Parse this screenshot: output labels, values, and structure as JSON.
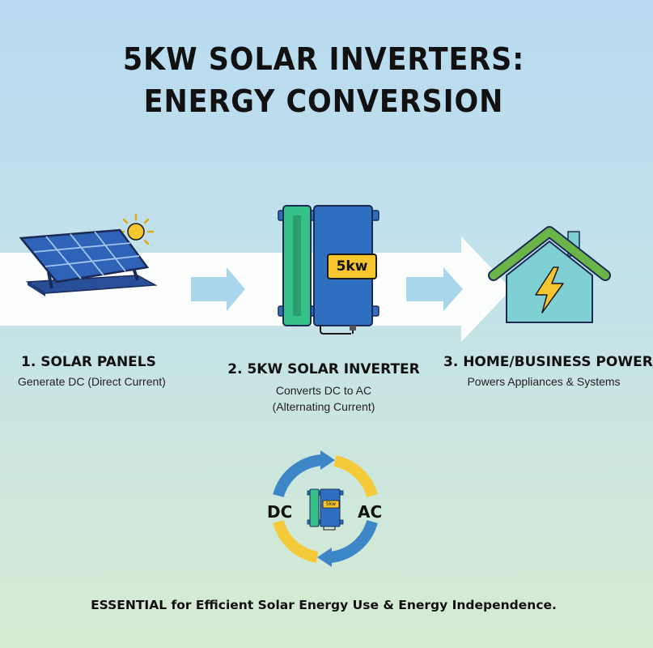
{
  "title": {
    "line1": "5KW SOLAR INVERTERS:",
    "line2": "ENERGY CONVERSION"
  },
  "steps": [
    {
      "label": "1. SOLAR PANELS",
      "description": [
        "Generate DC (Direct Current)"
      ],
      "icon": "solar-panel-icon"
    },
    {
      "label": "2. 5KW SOLAR INVERTER",
      "description": [
        "Converts DC to AC",
        "(Alternating Current)"
      ],
      "icon": "inverter-icon",
      "badge": "5kw"
    },
    {
      "label": "3. HOME/BUSINESS POWER",
      "description": [
        "Powers Appliances & Systems"
      ],
      "icon": "house-lightning-icon"
    }
  ],
  "cycle": {
    "left": "DC",
    "right": "AC",
    "mini_badge": "5kw",
    "icon": "dc-ac-cycle-icon"
  },
  "footer": "ESSENTIAL for Efficient Solar Energy Use & Energy Independence.",
  "colors": {
    "panel_blue": "#2f63b8",
    "inverter_blue": "#2f6fc0",
    "inverter_green": "#35c18a",
    "badge_yellow": "#f7c62f",
    "house_green": "#6bb548",
    "house_teal": "#7fd0d3",
    "cycle_blue": "#3d86c8",
    "cycle_yellow": "#f4c93a",
    "arrow_light": "#a9d6ea"
  }
}
